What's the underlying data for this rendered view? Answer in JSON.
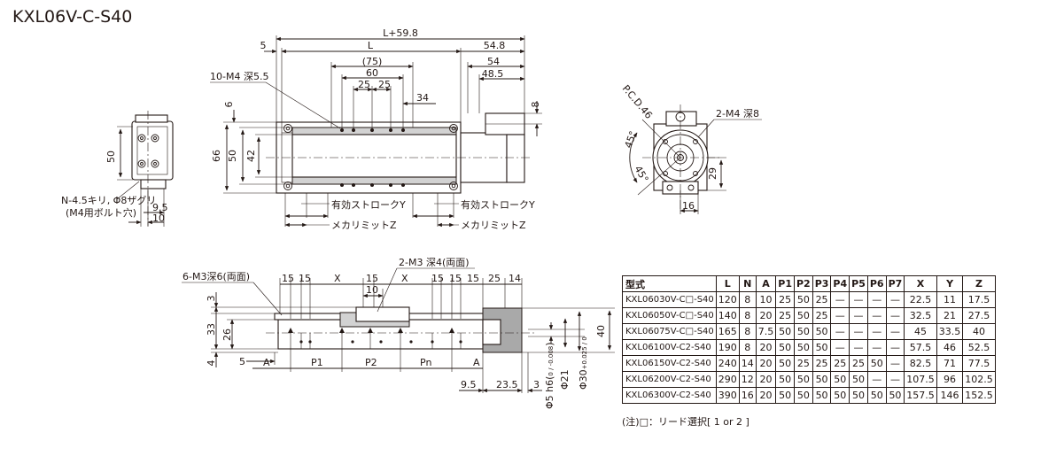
{
  "title": "KXL06V-C-S40",
  "dims": {
    "total_length": "L+59.8",
    "left_offset": "5",
    "length": "L",
    "right_end": "54.8",
    "ref_75": "(75)",
    "d60": "60",
    "d25a": "25",
    "d25b": "25",
    "d54": "54",
    "d48_5": "48.5",
    "d34": "34",
    "d8": "8",
    "d6": "6",
    "d66": "66",
    "d50": "50",
    "d42": "42",
    "side_50": "50",
    "side_9_5": "9.5",
    "side_10": "10",
    "pcd": "P.C.D.46",
    "angle_a": "45°",
    "angle_b": "45°",
    "d29": "29",
    "d16": "16",
    "front_15a": "15",
    "front_15b": "15",
    "front_x1": "X",
    "front_15c": "15",
    "front_x2": "X",
    "front_15d": "15",
    "front_15e": "15",
    "front_15f": "15",
    "front_25": "25",
    "front_14": "14",
    "front_10": "10",
    "front_3": "3",
    "front_33": "33",
    "front_26": "26",
    "front_4": "4",
    "front_5": "5",
    "front_40": "40",
    "front_a1": "A",
    "front_p1": "P1",
    "front_p2": "P2",
    "front_pn": "Pn",
    "front_a2": "A",
    "front_9_5": "9.5",
    "front_23_5": "23.5",
    "front_3b": "3",
    "shaft_5": "Φ5 h6(",
    "shaft_5_tol": "0 / -0.008",
    "shaft_5_end": ")",
    "shaft_21": "Φ21",
    "shaft_30": "Φ30",
    "shaft_30_tol": "+0.025 / 0"
  },
  "labels": {
    "tap_10m4": "10-M4 深5.5",
    "tap_2m4": "2-M4 深8",
    "side_hole_1": "N-4.5キリ, Φ8ザグリ",
    "side_hole_2": "(M4用ボルト穴)",
    "stroke_y1": "有効ストロークY",
    "stroke_y2": "有効ストロークY",
    "mech_z1": "メカリミットZ",
    "mech_z2": "メカリミットZ",
    "tap_6m3": "6-M3深6(両面)",
    "tap_2m3": "2-M3 深4(両面)"
  },
  "table": {
    "headers": [
      "型式",
      "L",
      "N",
      "A",
      "P1",
      "P2",
      "P3",
      "P4",
      "P5",
      "P6",
      "P7",
      "X",
      "Y",
      "Z"
    ],
    "rows": [
      [
        "KXL06030V-C□-S40",
        "120",
        "8",
        "10",
        "25",
        "50",
        "25",
        "—",
        "—",
        "—",
        "—",
        "22.5",
        "11",
        "17.5"
      ],
      [
        "KXL06050V-C□-S40",
        "140",
        "8",
        "20",
        "25",
        "50",
        "25",
        "—",
        "—",
        "—",
        "—",
        "32.5",
        "21",
        "27.5"
      ],
      [
        "KXL06075V-C□-S40",
        "165",
        "8",
        "7.5",
        "50",
        "50",
        "50",
        "—",
        "—",
        "—",
        "—",
        "45",
        "33.5",
        "40"
      ],
      [
        "KXL06100V-C2-S40",
        "190",
        "8",
        "20",
        "50",
        "50",
        "50",
        "—",
        "—",
        "—",
        "—",
        "57.5",
        "46",
        "52.5"
      ],
      [
        "KXL06150V-C2-S40",
        "240",
        "14",
        "20",
        "50",
        "25",
        "25",
        "25",
        "25",
        "50",
        "—",
        "82.5",
        "71",
        "77.5"
      ],
      [
        "KXL06200V-C2-S40",
        "290",
        "12",
        "20",
        "50",
        "50",
        "50",
        "50",
        "50",
        "—",
        "—",
        "107.5",
        "96",
        "102.5"
      ],
      [
        "KXL06300V-C2-S40",
        "390",
        "16",
        "20",
        "50",
        "50",
        "50",
        "50",
        "50",
        "50",
        "50",
        "157.5",
        "146",
        "152.5"
      ]
    ],
    "note": "(注)□：リード選択[ 1 or 2 ]"
  }
}
